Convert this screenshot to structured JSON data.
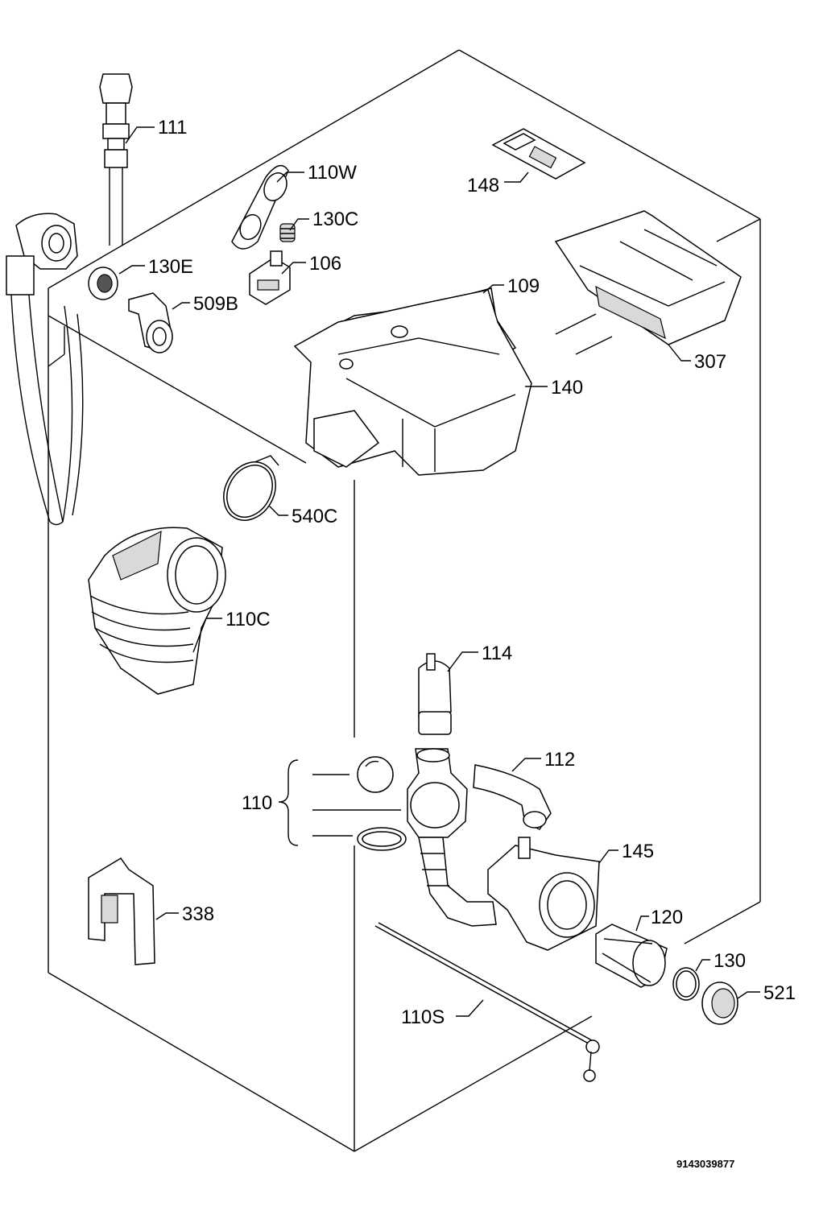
{
  "diagram": {
    "document_code": "9143039877",
    "parts": [
      {
        "id": "111",
        "label": "111"
      },
      {
        "id": "110W",
        "label": "110W"
      },
      {
        "id": "148",
        "label": "148"
      },
      {
        "id": "130C",
        "label": "130C"
      },
      {
        "id": "106",
        "label": "106"
      },
      {
        "id": "130E",
        "label": "130E"
      },
      {
        "id": "509B",
        "label": "509B"
      },
      {
        "id": "109",
        "label": "109"
      },
      {
        "id": "307",
        "label": "307"
      },
      {
        "id": "140",
        "label": "140"
      },
      {
        "id": "540C",
        "label": "540C"
      },
      {
        "id": "110C",
        "label": "110C"
      },
      {
        "id": "114",
        "label": "114"
      },
      {
        "id": "112",
        "label": "112"
      },
      {
        "id": "110",
        "label": "110"
      },
      {
        "id": "145",
        "label": "145"
      },
      {
        "id": "338",
        "label": "338"
      },
      {
        "id": "120",
        "label": "120"
      },
      {
        "id": "130",
        "label": "130"
      },
      {
        "id": "521",
        "label": "521"
      },
      {
        "id": "110S",
        "label": "110S"
      }
    ]
  }
}
